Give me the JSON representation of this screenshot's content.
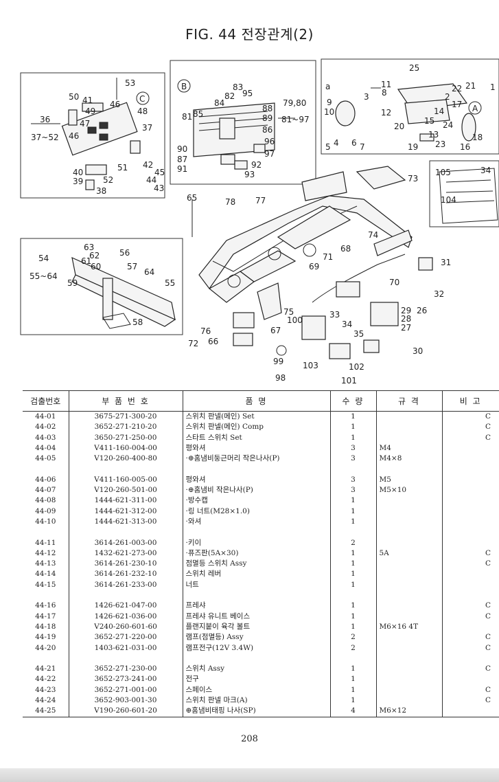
{
  "title": "FIG. 44 전장관계(2)",
  "page_number": "208",
  "inset_letters": [
    "C",
    "B",
    "A"
  ],
  "callouts": {
    "box_c": [
      "53",
      "50",
      "41",
      "46",
      "48",
      "49",
      "47",
      "36",
      "37~52",
      "46",
      "37",
      "40",
      "52",
      "51",
      "42",
      "45",
      "44",
      "43",
      "39",
      "38"
    ],
    "box_b": [
      "83",
      "82",
      "95",
      "84",
      "79,80",
      "81~97",
      "81",
      "85",
      "88",
      "89",
      "86",
      "96",
      "97",
      "90",
      "87",
      "91",
      "92",
      "93"
    ],
    "box_a": [
      "25",
      "a",
      "11",
      "22",
      "21",
      "1",
      "3",
      "8",
      "9",
      "10",
      "12",
      "2",
      "17",
      "15",
      "14",
      "24",
      "20",
      "4",
      "5",
      "6",
      "7",
      "13",
      "19",
      "23",
      "16",
      "18"
    ],
    "box_right": [
      "105",
      "34",
      "104"
    ],
    "box_left": [
      "63",
      "62",
      "61",
      "60",
      "56",
      "57",
      "54",
      "55~64",
      "59",
      "64",
      "55",
      "58"
    ],
    "main": [
      "65",
      "78",
      "77",
      "73",
      "74",
      "71",
      "68",
      "69",
      "31",
      "70",
      "32",
      "26",
      "29",
      "28",
      "27",
      "33",
      "34",
      "35",
      "30",
      "100",
      "75",
      "67",
      "76",
      "66",
      "72",
      "99",
      "98",
      "103",
      "102",
      "101"
    ]
  },
  "table": {
    "headers": [
      "검출번호",
      "부 품 번 호",
      "품 명",
      "수 량",
      "규 격",
      "비 고"
    ],
    "groups": [
      [
        {
          "no": "44-01",
          "part": "3675-271-300-20",
          "name": "스위치 판넬(메인) Set",
          "qty": "1",
          "spec": "",
          "remark": "C"
        },
        {
          "no": "44-02",
          "part": "3652-271-210-20",
          "name": "스위치 판넬(메인) Comp",
          "qty": "1",
          "spec": "",
          "remark": "C"
        },
        {
          "no": "44-03",
          "part": "3650-271-250-00",
          "name": "스타트 스위치 Set",
          "qty": "1",
          "spec": "",
          "remark": "C"
        },
        {
          "no": "44-04",
          "part": "V411-160-004-00",
          "name": "평와셔",
          "qty": "3",
          "spec": "M4",
          "remark": ""
        },
        {
          "no": "44-05",
          "part": "V120-260-400-80",
          "name": "·⊕홈냄비둥근머리 작은나사(P)",
          "qty": "3",
          "spec": "M4×8",
          "remark": ""
        }
      ],
      [
        {
          "no": "44-06",
          "part": "V411-160-005-00",
          "name": "평와셔",
          "qty": "3",
          "spec": "M5",
          "remark": ""
        },
        {
          "no": "44-07",
          "part": "V120-260-501-00",
          "name": "·⊕홈냄비 작은나사(P)",
          "qty": "3",
          "spec": "M5×10",
          "remark": ""
        },
        {
          "no": "44-08",
          "part": "1444-621-311-00",
          "name": "·방수캡",
          "qty": "1",
          "spec": "",
          "remark": ""
        },
        {
          "no": "44-09",
          "part": "1444-621-312-00",
          "name": "·링 너트(M28×1.0)",
          "qty": "1",
          "spec": "",
          "remark": ""
        },
        {
          "no": "44-10",
          "part": "1444-621-313-00",
          "name": "·와셔",
          "qty": "1",
          "spec": "",
          "remark": ""
        }
      ],
      [
        {
          "no": "44-11",
          "part": "3614-261-003-00",
          "name": "·키이",
          "qty": "2",
          "spec": "",
          "remark": ""
        },
        {
          "no": "44-12",
          "part": "1432-621-273-00",
          "name": "·퓨즈판(5A×30)",
          "qty": "1",
          "spec": "5A",
          "remark": "C"
        },
        {
          "no": "44-13",
          "part": "3614-261-230-10",
          "name": "점멸등 스위치 Assy",
          "qty": "1",
          "spec": "",
          "remark": "C"
        },
        {
          "no": "44-14",
          "part": "3614-261-232-10",
          "name": "스위치 레버",
          "qty": "1",
          "spec": "",
          "remark": ""
        },
        {
          "no": "44-15",
          "part": "3614-261-233-00",
          "name": "너트",
          "qty": "1",
          "spec": "",
          "remark": ""
        }
      ],
      [
        {
          "no": "44-16",
          "part": "1426-621-047-00",
          "name": "프레샤",
          "qty": "1",
          "spec": "",
          "remark": "C"
        },
        {
          "no": "44-17",
          "part": "1426-621-036-00",
          "name": "프레샤 유니트 베이스",
          "qty": "1",
          "spec": "",
          "remark": "C"
        },
        {
          "no": "44-18",
          "part": "V240-260-601-60",
          "name": "플랜지붙이 육각 볼트",
          "qty": "1",
          "spec": "M6×16 4T",
          "remark": ""
        },
        {
          "no": "44-19",
          "part": "3652-271-220-00",
          "name": "램프(점멸등) Assy",
          "qty": "2",
          "spec": "",
          "remark": "C"
        },
        {
          "no": "44-20",
          "part": "1403-621-031-00",
          "name": "램프전구(12V 3.4W)",
          "qty": "2",
          "spec": "",
          "remark": "C"
        }
      ],
      [
        {
          "no": "44-21",
          "part": "3652-271-230-00",
          "name": "스위치 Assy",
          "qty": "1",
          "spec": "",
          "remark": "C"
        },
        {
          "no": "44-22",
          "part": "3652-273-241-00",
          "name": "전구",
          "qty": "1",
          "spec": "",
          "remark": ""
        },
        {
          "no": "44-23",
          "part": "3652-271-001-00",
          "name": "스페이스",
          "qty": "1",
          "spec": "",
          "remark": "C"
        },
        {
          "no": "44-24",
          "part": "3652-903-001-30",
          "name": "스위치 판넬 마크(A)",
          "qty": "1",
          "spec": "",
          "remark": "C"
        },
        {
          "no": "44-25",
          "part": "V190-260-601-20",
          "name": "⊕홈냄비태핑 나사(SP)",
          "qty": "4",
          "spec": "M6×12",
          "remark": ""
        }
      ]
    ]
  }
}
